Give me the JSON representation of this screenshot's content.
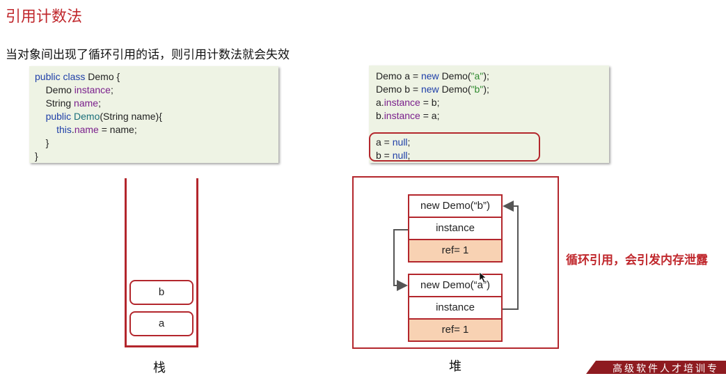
{
  "slide": {
    "title": "引用计数法",
    "subtitle": "当对象间出现了循环引用的话，则引用计数法就会失效",
    "class_code": {
      "line1": [
        "public class ",
        "Demo {"
      ],
      "line2": [
        "Demo ",
        "instance",
        ";"
      ],
      "line3": [
        "String ",
        "name",
        ";"
      ],
      "line4": [
        "public ",
        "Demo",
        "(String name){"
      ],
      "line5": [
        "this",
        ".",
        "name",
        " = name;"
      ],
      "line6": "}",
      "line7": "}"
    },
    "usage_code": {
      "line1": [
        "Demo a = ",
        "new ",
        "Demo(",
        "\"a\"",
        ");"
      ],
      "line2": [
        "Demo b = ",
        "new ",
        "Demo(",
        "\"b\"",
        ");"
      ],
      "line3": [
        "a.",
        "instance",
        " = b;"
      ],
      "line4": [
        "b.",
        "instance",
        " = a;"
      ],
      "line5": [
        "a = ",
        "null",
        ";"
      ],
      "line6": [
        "b = ",
        "null",
        ";"
      ]
    },
    "stack": {
      "slot_b": "b",
      "slot_a": "a",
      "caption": "栈"
    },
    "heap": {
      "caption": "堆",
      "obj_b": {
        "header": "new Demo(“b”)",
        "field": "instance",
        "ref": "ref= 1"
      },
      "obj_a": {
        "header": "new Demo(“a”)",
        "field": "instance",
        "ref": "ref= 1"
      }
    },
    "warning": "循环引用，会引发内存泄露",
    "footer_brand": "高级软件人才培训专"
  },
  "colors": {
    "accent_red": "#c0282d",
    "code_bg": "#eef3e4",
    "ref_fill": "#f8d2b3",
    "footer_bg": "#8e1b20"
  }
}
